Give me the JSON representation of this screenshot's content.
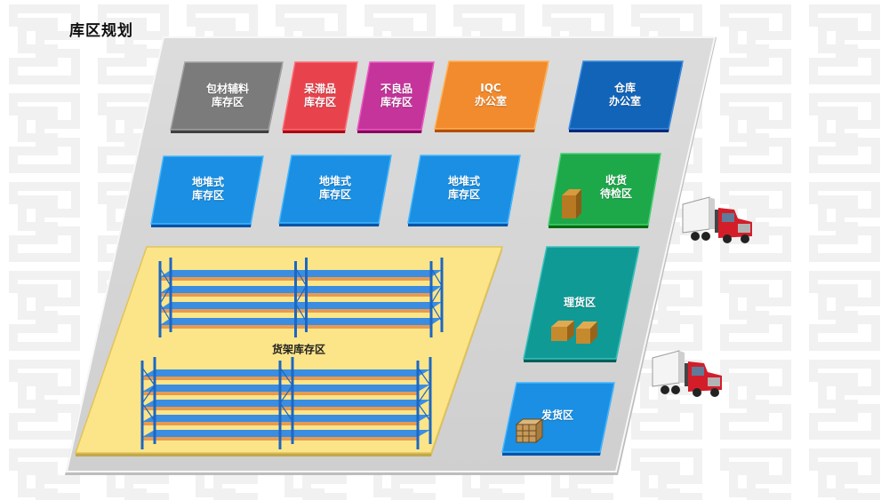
{
  "title": "库区规划",
  "zones": {
    "packaging": {
      "line1": "包材辅料",
      "line2": "库存区",
      "color": "#7b7b7b"
    },
    "slow": {
      "line1": "呆滞品",
      "line2": "库存区",
      "color": "#e8434d"
    },
    "defect": {
      "line1": "不良品",
      "line2": "库存区",
      "color": "#c4349b"
    },
    "iqc": {
      "line1": "IQC",
      "line2": "办公室",
      "color": "#f28a2e"
    },
    "office": {
      "line1": "仓库",
      "line2": "办公室",
      "color": "#1264b8"
    },
    "floor1": {
      "line1": "地堆式",
      "line2": "库存区",
      "color": "#1a8fe3"
    },
    "floor2": {
      "line1": "地堆式",
      "line2": "库存区",
      "color": "#1a8fe3"
    },
    "floor3": {
      "line1": "地堆式",
      "line2": "库存区",
      "color": "#1a8fe3"
    },
    "receiving": {
      "line1": "收货",
      "line2": "待检区",
      "color": "#1da84a"
    },
    "shelf": {
      "line1": "货架库存区",
      "color": "#fce588"
    },
    "sorting": {
      "line1": "理货区",
      "color": "#0f9a95"
    },
    "shipping": {
      "line1": "发货区",
      "color": "#1a8fe3"
    }
  },
  "colors": {
    "floor": "#d6d6d6",
    "shelf_frame": "#1b67c4",
    "shelf_board": "#e89a4f",
    "truck_cab": "#d31e2a",
    "truck_box": "#f2f2f2"
  }
}
